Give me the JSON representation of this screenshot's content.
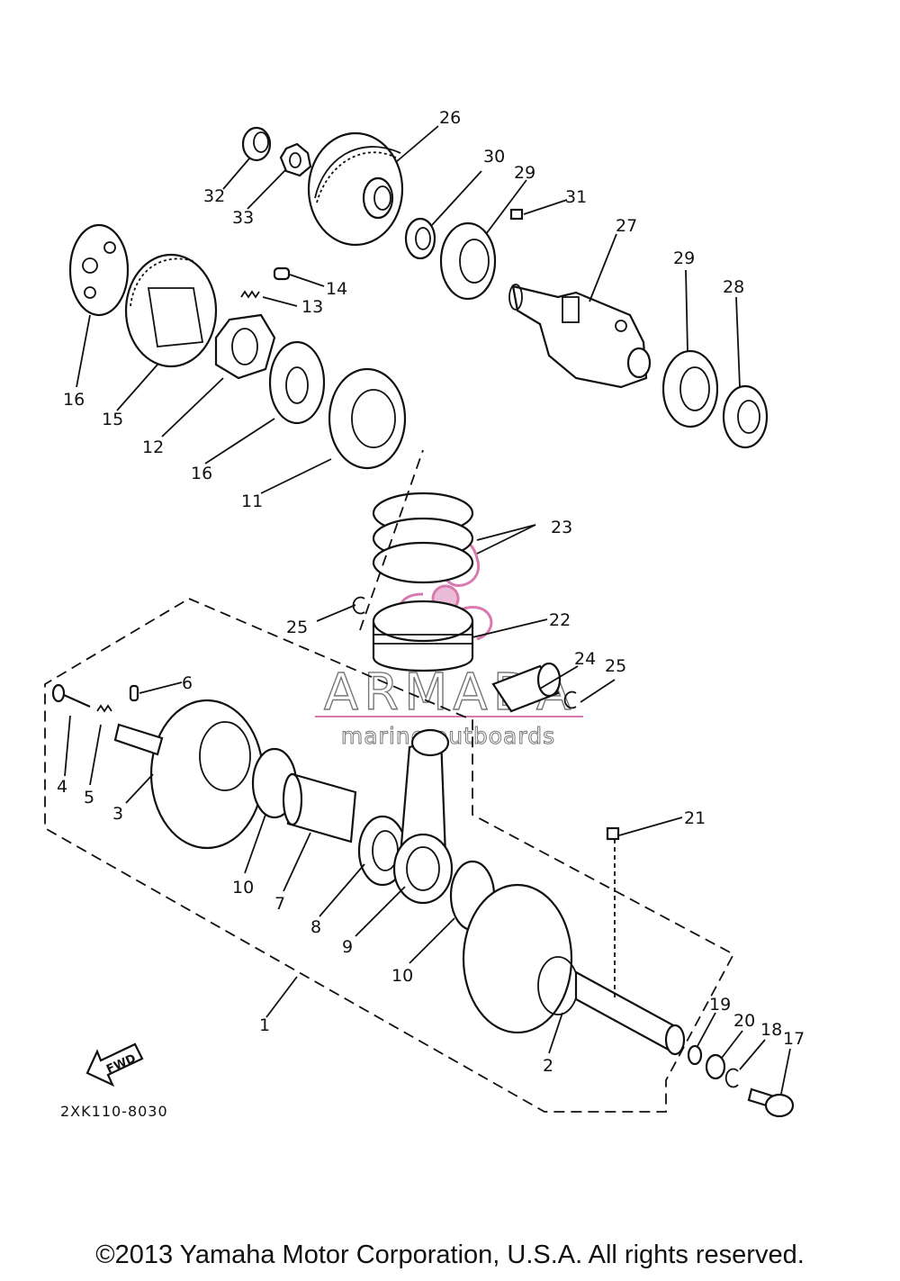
{
  "diagram": {
    "part_code": "2XK110-8030",
    "fwd_label": "FWD",
    "watermark": {
      "brand": "ARMADA",
      "tagline": "marine outboards",
      "color": "#d87ab0"
    },
    "callouts": [
      "1",
      "2",
      "3",
      "4",
      "5",
      "6",
      "7",
      "8",
      "9",
      "10",
      "10",
      "11",
      "12",
      "13",
      "14",
      "15",
      "16",
      "16",
      "17",
      "18",
      "19",
      "20",
      "21",
      "22",
      "23",
      "24",
      "25",
      "25",
      "26",
      "27",
      "28",
      "29",
      "29",
      "30",
      "31",
      "32",
      "33"
    ]
  },
  "footer": {
    "copyright": "©2013 Yamaha Motor Corporation, U.S.A. All rights reserved."
  }
}
